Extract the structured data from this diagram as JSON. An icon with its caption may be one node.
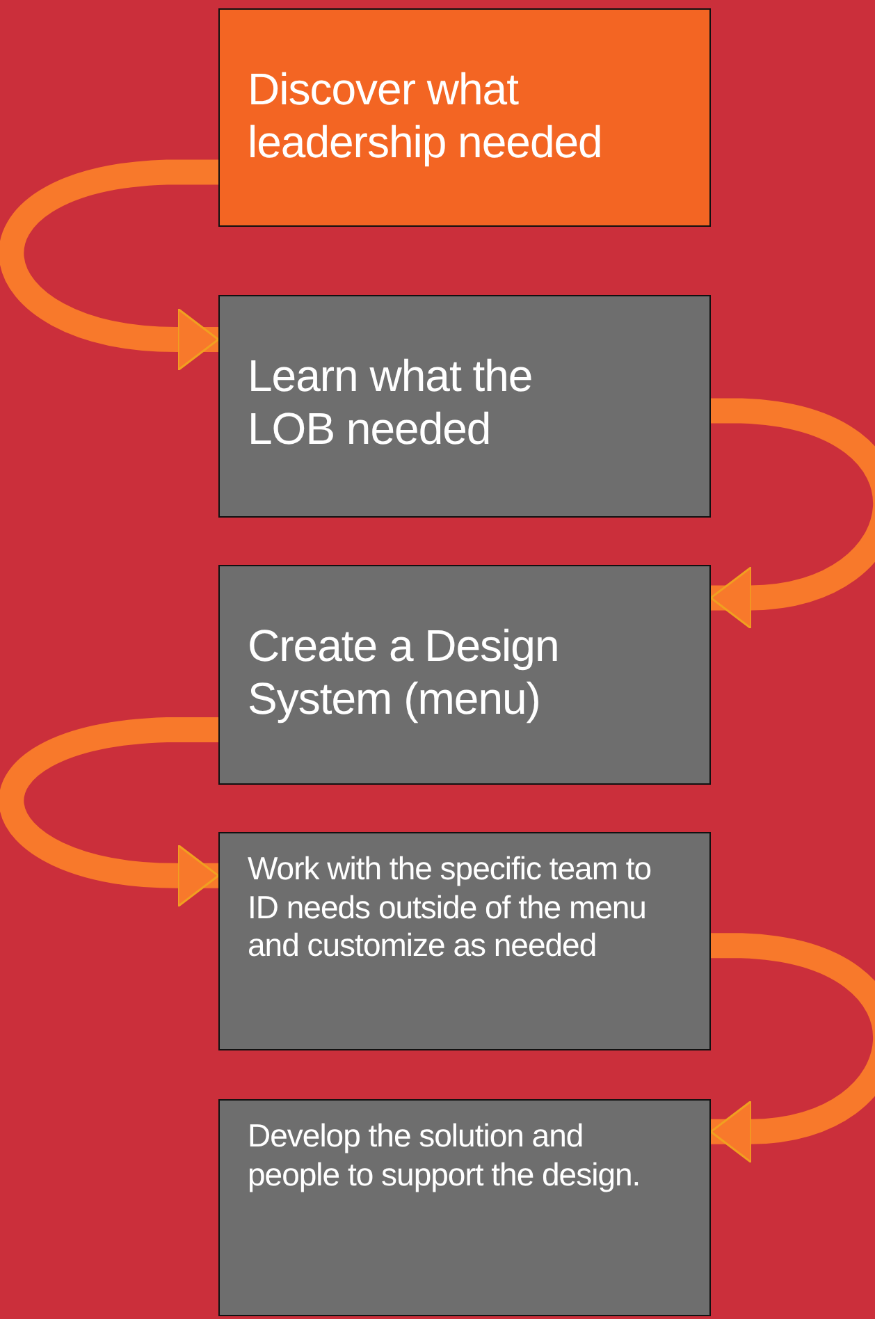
{
  "diagram": {
    "nodes": [
      {
        "text": [
          "Discover what leadership needed"
        ]
      },
      {
        "text": [
          "Learn what the LOB needed"
        ]
      },
      {
        "text": [
          "Create a Design System (menu)"
        ]
      },
      {
        "text": [
          "Work with the specific team to ID needs outside of the menu and customize as needed"
        ]
      },
      {
        "text": [
          "Develop the solution and people to support the design."
        ]
      }
    ],
    "edges": [
      {
        "from": 0,
        "to": 1,
        "arrow": "to"
      },
      {
        "from": 1,
        "to": 2,
        "arrow": "to"
      },
      {
        "from": 2,
        "to": 3,
        "arrow": "to"
      },
      {
        "from": 3,
        "to": 4,
        "arrow": "to"
      }
    ]
  }
}
